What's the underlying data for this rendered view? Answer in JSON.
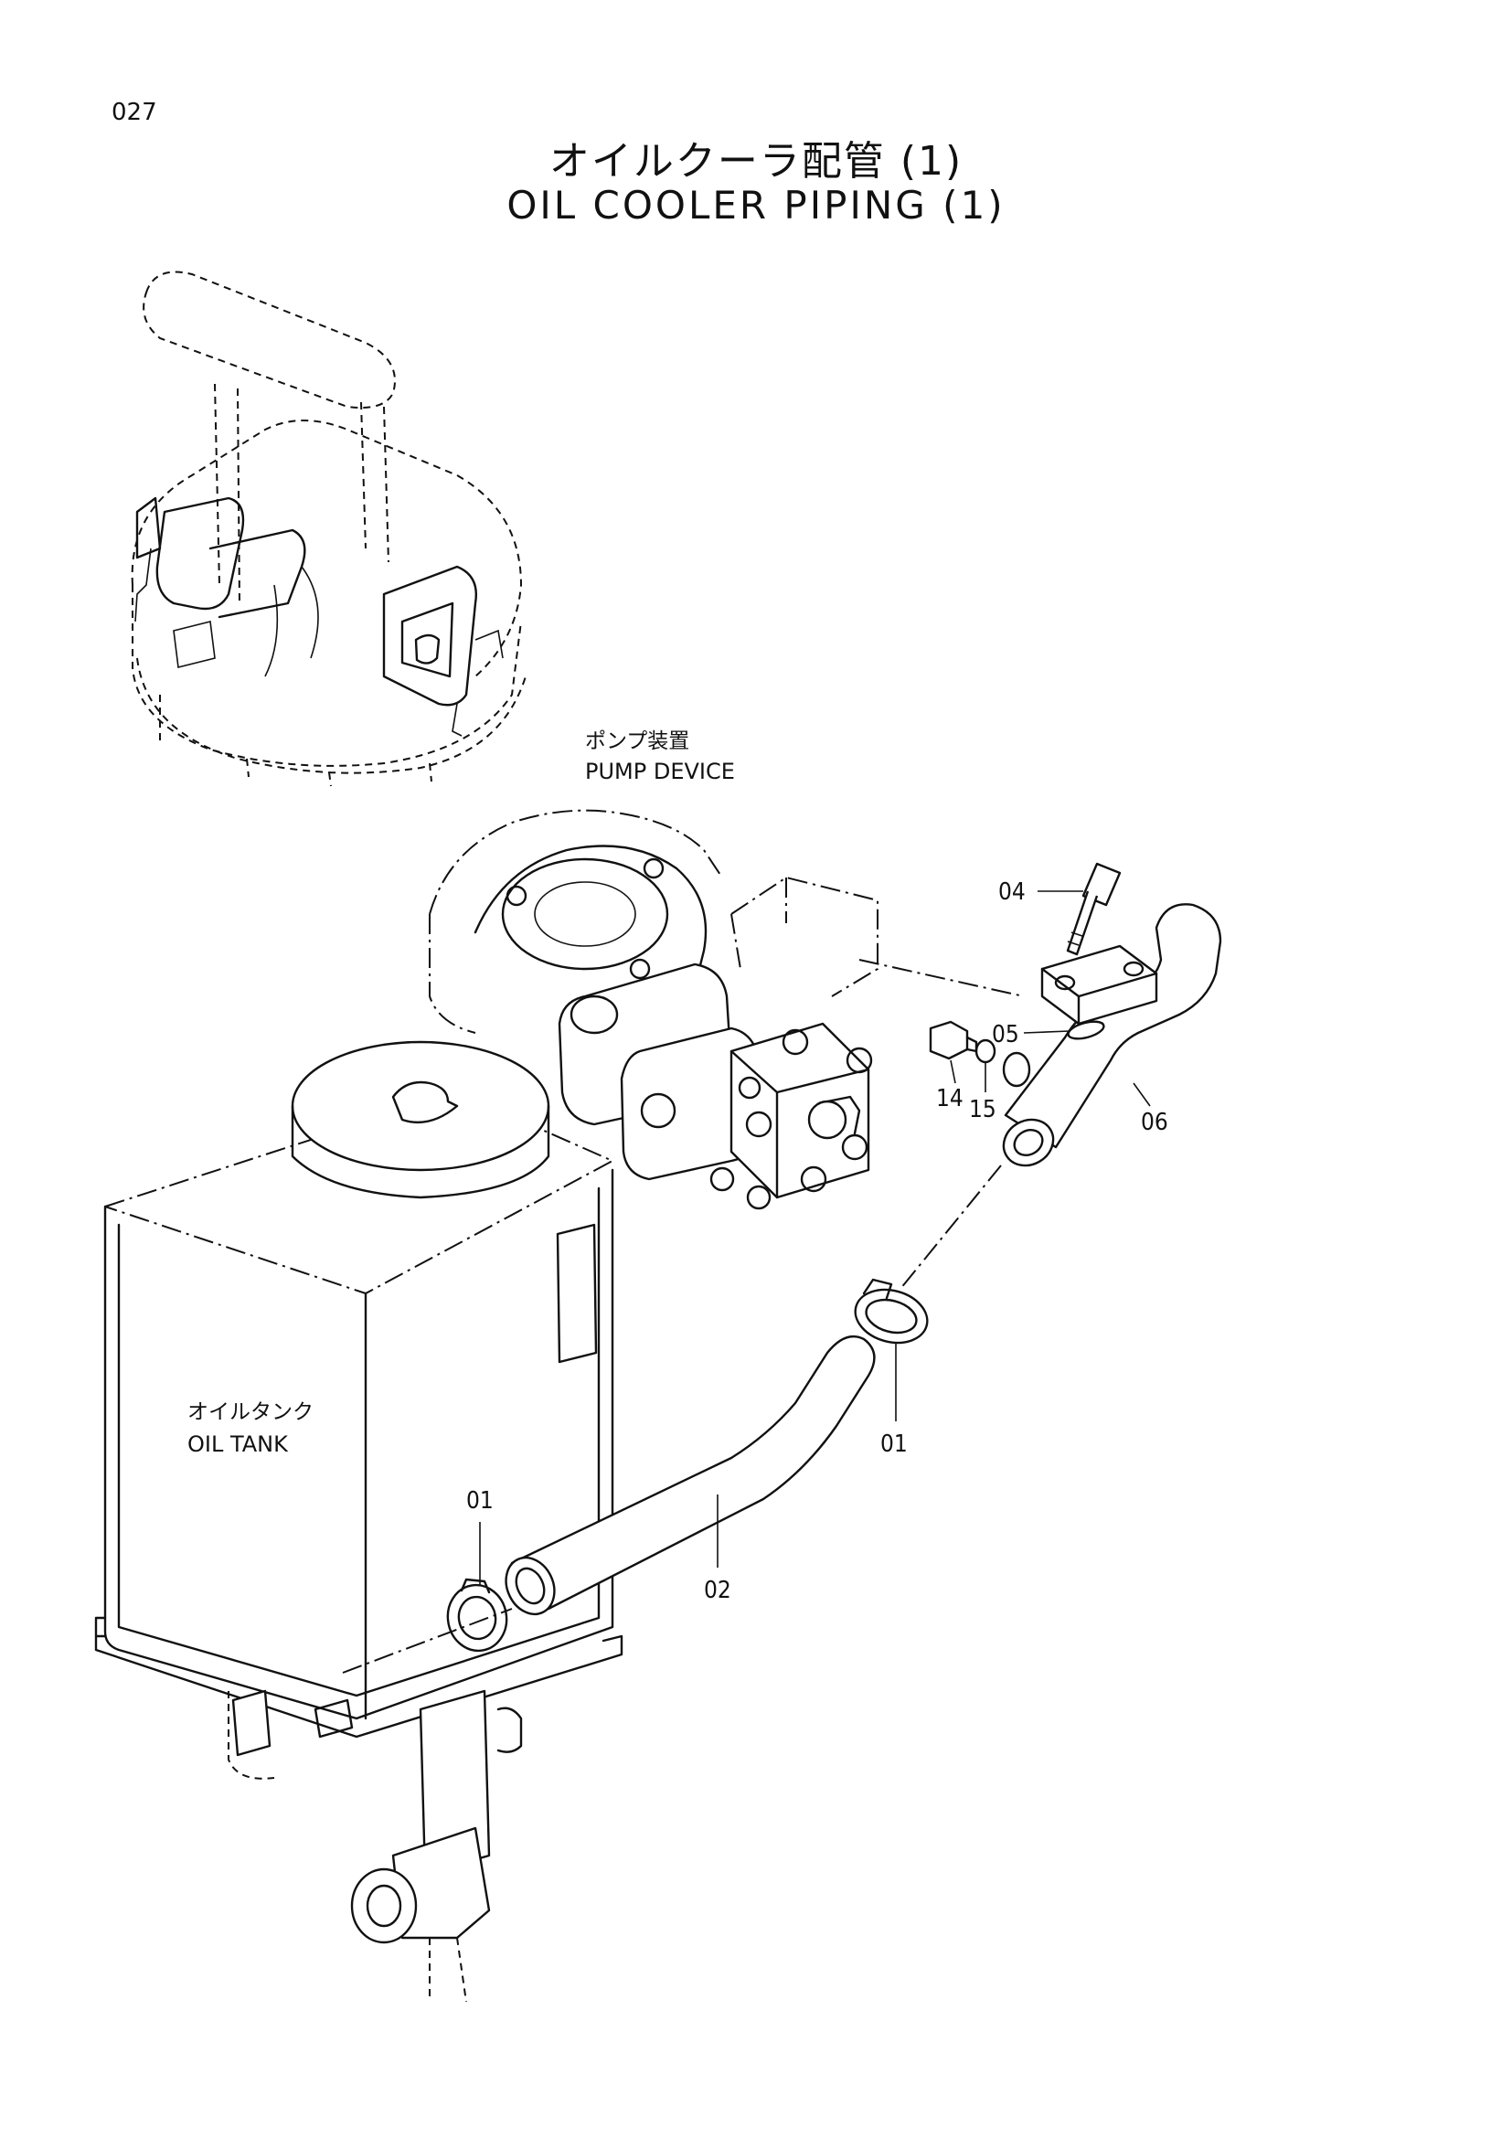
{
  "page_number": "027",
  "title_jp": "オイルクーラ配管 (1)",
  "title_en": "OIL COOLER PIPING (1)",
  "labels": {
    "pump_device_jp": "ポンプ装置",
    "pump_device_en": "PUMP DEVICE",
    "oil_tank_jp": "オイルタンク",
    "oil_tank_en": "OIL TANK"
  },
  "callouts": {
    "c04": "04",
    "c05": "05",
    "c06": "06",
    "c14": "14",
    "c15": "15",
    "c01_right": "01",
    "c01_left": "01",
    "c02": "02"
  }
}
